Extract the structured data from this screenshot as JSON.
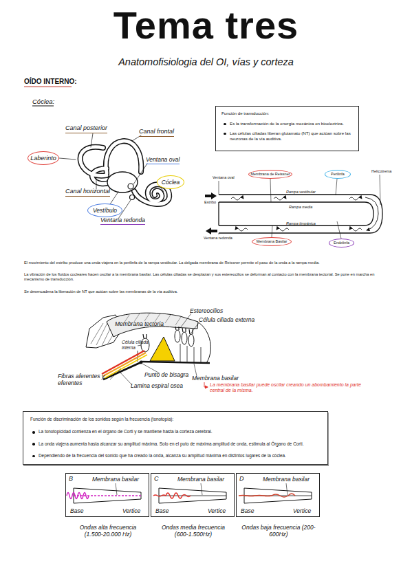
{
  "diagram": {
    "title": "Tema tres",
    "nodes": [
      {
        "text": [
          "Función de transducción:",
          "Es la transformación de la energía mecánica en bioelectrica.",
          "Las células ciliadas liberan glutamato (NT) que actúan sobre las neuronas de la vía auditiva."
        ]
      },
      {
        "text": [
          "Laberinto"
        ]
      },
      {
        "text": [
          "Membrana de Reissner"
        ]
      },
      {
        "text": [
          "Perilinfa"
        ]
      },
      {
        "text": [
          "Cóclea"
        ]
      },
      {
        "text": [
          "Vestíbulo"
        ]
      },
      {
        "text": [
          "Membrana Basilar"
        ]
      },
      {
        "text": [
          "Endolinfa"
        ]
      },
      {
        "text": [
          "Función de discriminación de los sonidos según la frecuencia (tonotopía):",
          "La tonotopicidad comienza en el órgano de Corti y se mantiene hasta la corteza cerebral.",
          "La onda viajera aumenta hasta alcanzar su amplitud máxima. Solo en el puto de máxima amplitud de onda, estimula al Órgano de Corti.",
          "Dependiendo de la frecuencia del sonido que ha creado la onda, alcanza su amplitud máxima en distintos lugares de la cóclea."
        ]
      },
      {
        "text": [
          "B",
          "Membrana basilar",
          "Base",
          "Vertice"
        ]
      },
      {
        "text": [
          "C",
          "Membrana basilar",
          "Base",
          "Vertice"
        ]
      },
      {
        "text": [
          "D",
          "Membrana basilar",
          "Base",
          "Vertice"
        ]
      }
    ],
    "labels": [
      "Anatomofisiologia del OI, vías y corteza",
      "OÍDO INTERNO:",
      "Cóclea:",
      "Canal posterior",
      "Canal frontal",
      "Ventana oval",
      "Canal horizontal",
      "Ventana redonda",
      "Ventana oval",
      "Estribo",
      "Helicotrema",
      "Rampa vestibular",
      "Rampa media",
      "Rampa timpánica",
      "Ventana redonda",
      "El movimiento del estribo produce una onda viajera en la perilinfa de la rampa vestibular. La delgada membrana de Reissner permite el paso de la onda a la rampa media.",
      "La vibración de los fluidos cocleares hacen oscilar a la membrana basilar. Las células ciliadas se desplazan y sus estereocilios se deforman al contacto con la membrana tectorial. Se pone en marcha en mecanismo de transducción.",
      "Se desencadena la liberación de NT que actúan sobre las membranas de la vía auditiva.",
      "Estereocilios",
      "Célula ciliada externa",
      "Membrana tectoria",
      "Célula ciliada interna",
      "Fibras aferentes y eferentes",
      "Punto de bisagra",
      "Membrana basilar",
      "Lamina espiral osea",
      "La membrana basilar puede oscilar creando un abombamiento la parte central de la misma.",
      "Ondas alta frecuencia (1.500-20.000 Hz)",
      "Ondas media frecuencia (600-1.500Hz)",
      "Ondas baja frecuencia (200-600Hz)"
    ]
  }
}
